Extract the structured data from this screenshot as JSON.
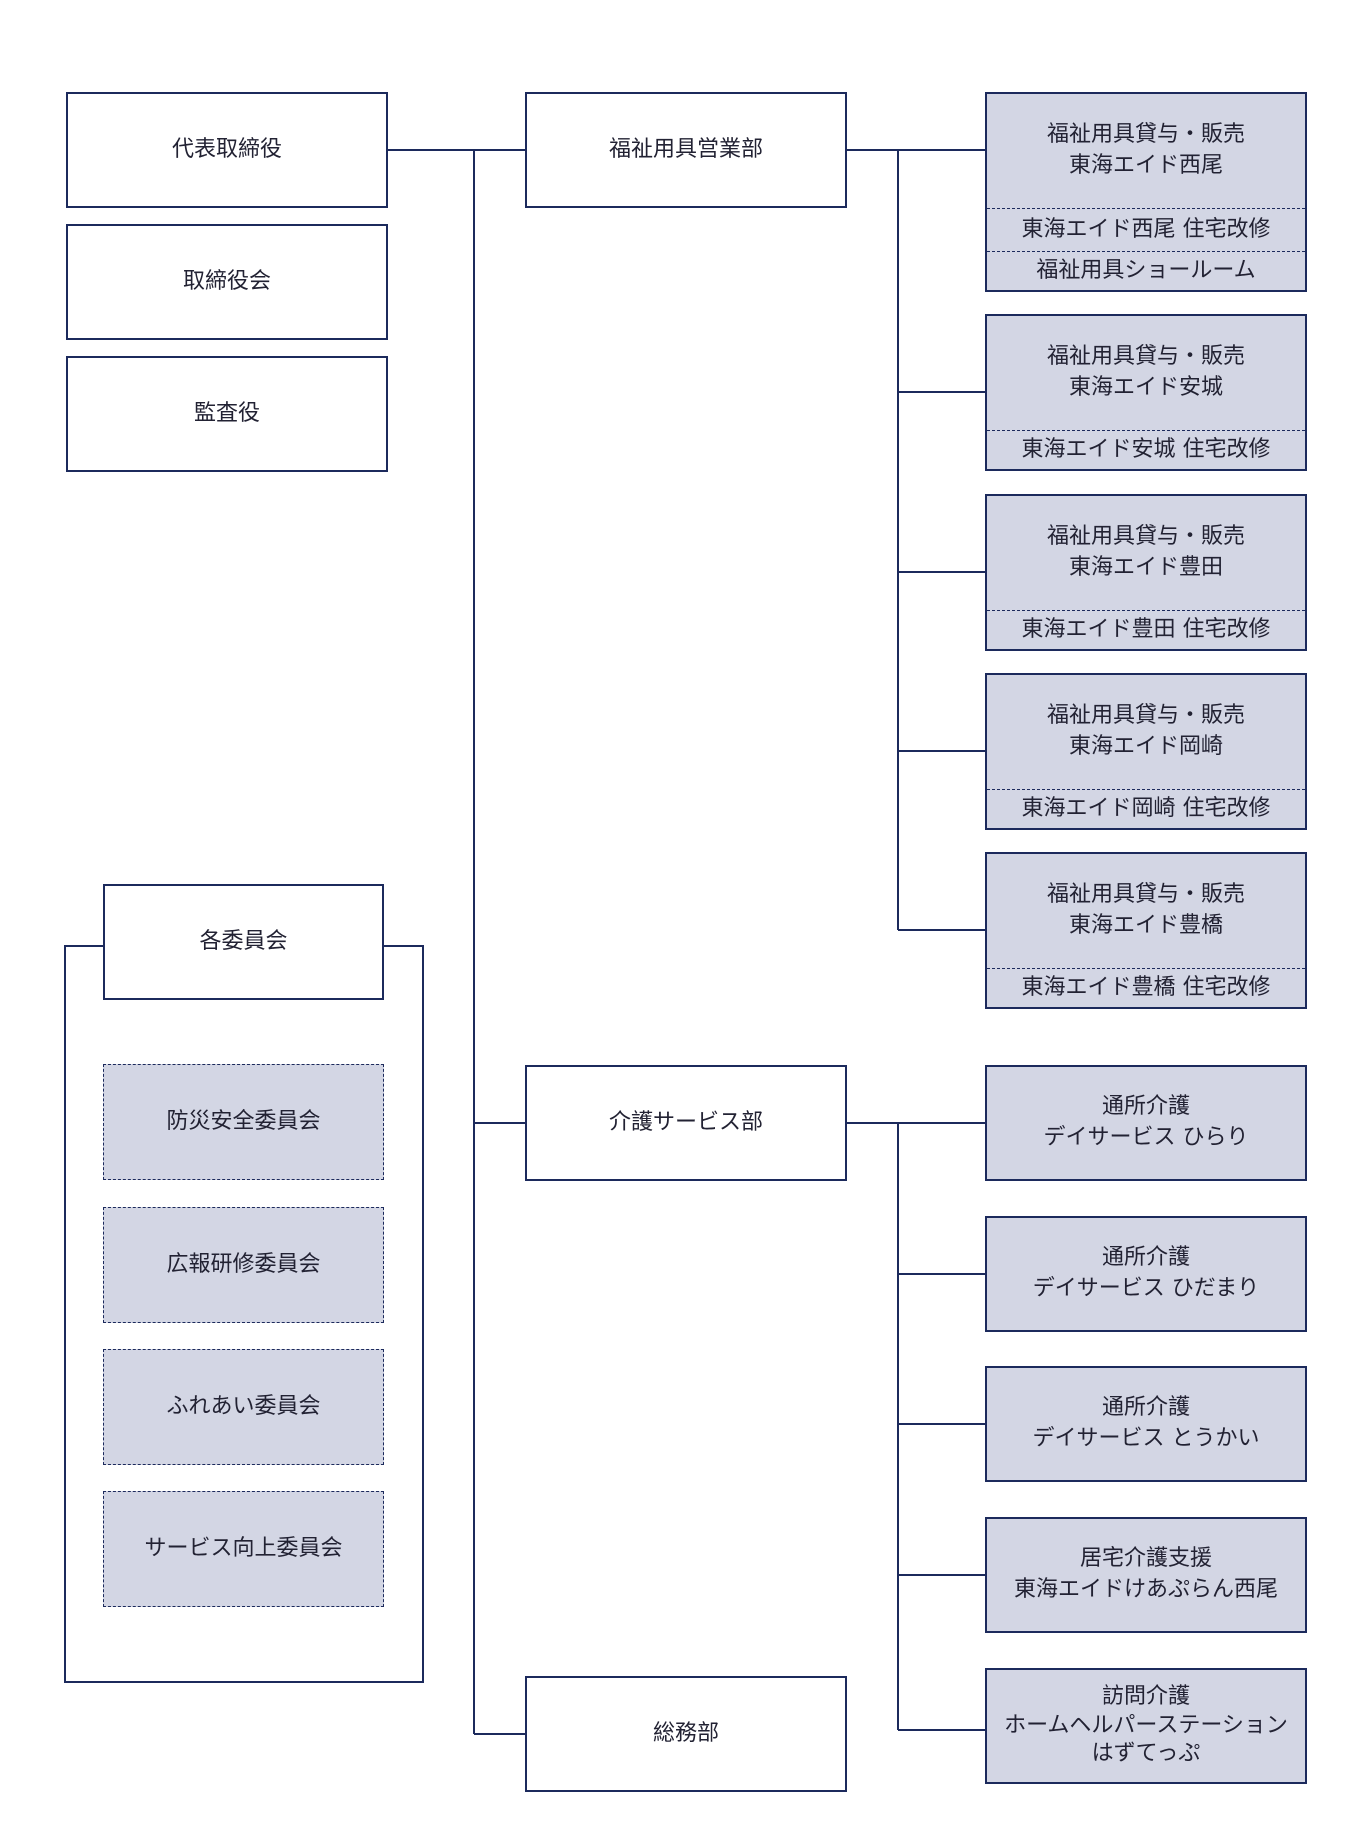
{
  "executives": {
    "ceo": "代表取締役",
    "board": "取締役会",
    "auditor": "監査役"
  },
  "committees": {
    "title": "各委員会",
    "items": [
      "防災安全委員会",
      "広報研修委員会",
      "ふれあい委員会",
      "サービス向上委員会"
    ]
  },
  "departments": {
    "welfare": "福祉用具営業部",
    "care": "介護サービス部",
    "general": "総務部"
  },
  "welfare_units": [
    {
      "lines": [
        "福祉用具貸与・販売",
        "東海エイド西尾"
      ],
      "subs": [
        "東海エイド西尾 住宅改修",
        "福祉用具ショールーム"
      ]
    },
    {
      "lines": [
        "福祉用具貸与・販売",
        "東海エイド安城"
      ],
      "subs": [
        "東海エイド安城 住宅改修"
      ]
    },
    {
      "lines": [
        "福祉用具貸与・販売",
        "東海エイド豊田"
      ],
      "subs": [
        "東海エイド豊田 住宅改修"
      ]
    },
    {
      "lines": [
        "福祉用具貸与・販売",
        "東海エイド岡崎"
      ],
      "subs": [
        "東海エイド岡崎 住宅改修"
      ]
    },
    {
      "lines": [
        "福祉用具貸与・販売",
        "東海エイド豊橋"
      ],
      "subs": [
        "東海エイド豊橋 住宅改修"
      ]
    }
  ],
  "care_units": [
    {
      "lines": [
        "通所介護",
        "デイサービス ひらり"
      ]
    },
    {
      "lines": [
        "通所介護",
        "デイサービス ひだまり"
      ]
    },
    {
      "lines": [
        "通所介護",
        "デイサービス とうかい"
      ]
    },
    {
      "lines": [
        "居宅介護支援",
        "東海エイドけあぷらん西尾"
      ]
    },
    {
      "lines": [
        "訪問介護",
        "ホームヘルパーステーション",
        "はずてっぷ"
      ]
    }
  ],
  "colors": {
    "line": "#1c2a5c",
    "fill": "#d3d6e4"
  }
}
